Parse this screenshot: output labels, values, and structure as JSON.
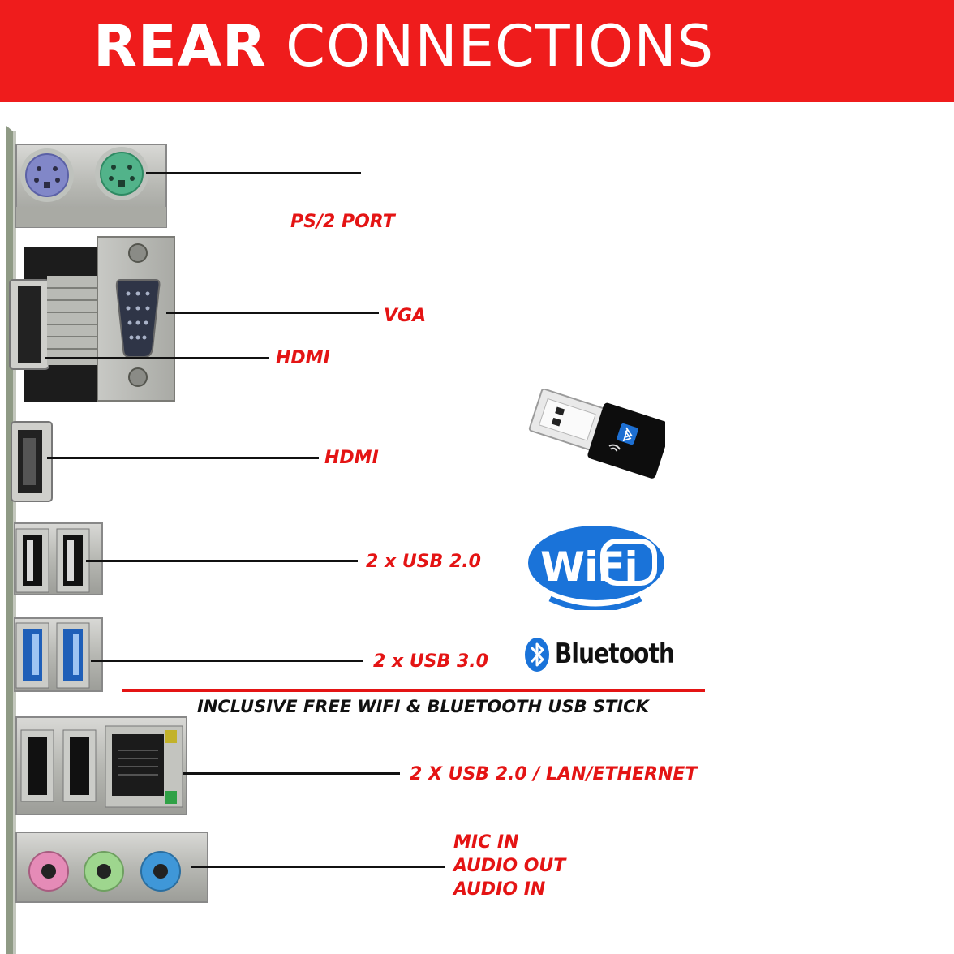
{
  "title": {
    "bold": "REAR",
    "rest": "CONNECTIONS"
  },
  "labels": {
    "ps2": "PS/2 PORT",
    "vga": "VGA",
    "hdmi1": "HDMI",
    "hdmi2": "HDMI",
    "usb20": "2 x USB 2.0",
    "usb30": "2 x USB 3.0",
    "usb_lan": "2 X USB 2.0 / LAN/ETHERNET",
    "mic_in": "MIC IN",
    "audio_out": "AUDIO OUT",
    "audio_in": "AUDIO IN"
  },
  "note": "INCLUSIVE FREE WIFI & BLUETOOTH USB STICK",
  "logos": {
    "wifi": "WiFi",
    "bluetooth": "Bluetooth"
  },
  "colors": {
    "banner": "#ef1c1c",
    "label": "#e41414",
    "wifi_blue": "#1a73d9"
  }
}
